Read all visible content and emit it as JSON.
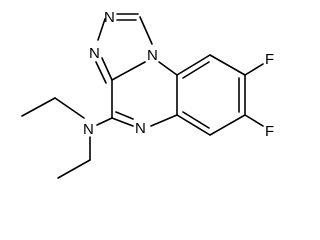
{
  "molecule": {
    "atoms": {
      "n_triazole_top": "N",
      "n_triazole_left": "N",
      "n_bridge": "N",
      "n_quinoxaline": "N",
      "n_amine": "N",
      "f_upper": "F",
      "f_lower": "F"
    }
  }
}
